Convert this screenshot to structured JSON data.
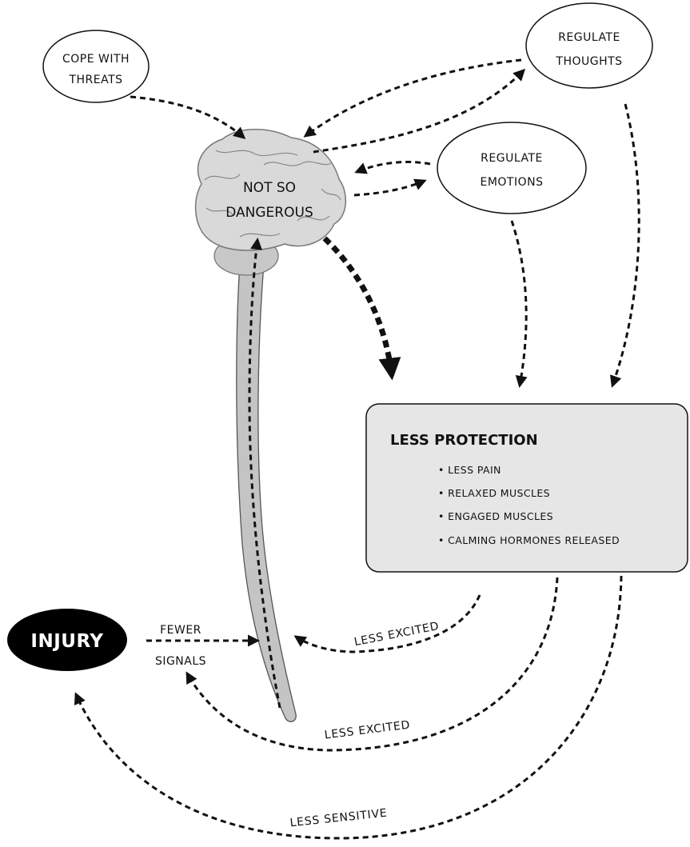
{
  "nodes": {
    "cope_line1": "COPE WITH",
    "cope_line2": "THREATS",
    "thoughts_line1": "REGULATE",
    "thoughts_line2": "THOUGHTS",
    "emotions_line1": "REGULATE",
    "emotions_line2": "EMOTIONS",
    "brain_line1": "NOT SO",
    "brain_line2": "DANGEROUS",
    "injury": "INJURY",
    "signals_line1": "FEWER",
    "signals_line2": "SIGNALS"
  },
  "protection_box": {
    "title": "LESS PROTECTION",
    "items": [
      "• LESS PAIN",
      "• RELAXED MUSCLES",
      "• ENGAGED MUSCLES",
      "• CALMING HORMONES RELEASED"
    ]
  },
  "curve_labels": {
    "inner": "LESS EXCITED",
    "middle": "LESS EXCITED",
    "outer": "LESS SENSITIVE"
  },
  "colors": {
    "ink": "#111111",
    "brain_fill": "#d9d9d9",
    "box_fill": "#e6e6e6",
    "spine_fill": "#bdbdbd",
    "injury_fill": "#000000"
  }
}
